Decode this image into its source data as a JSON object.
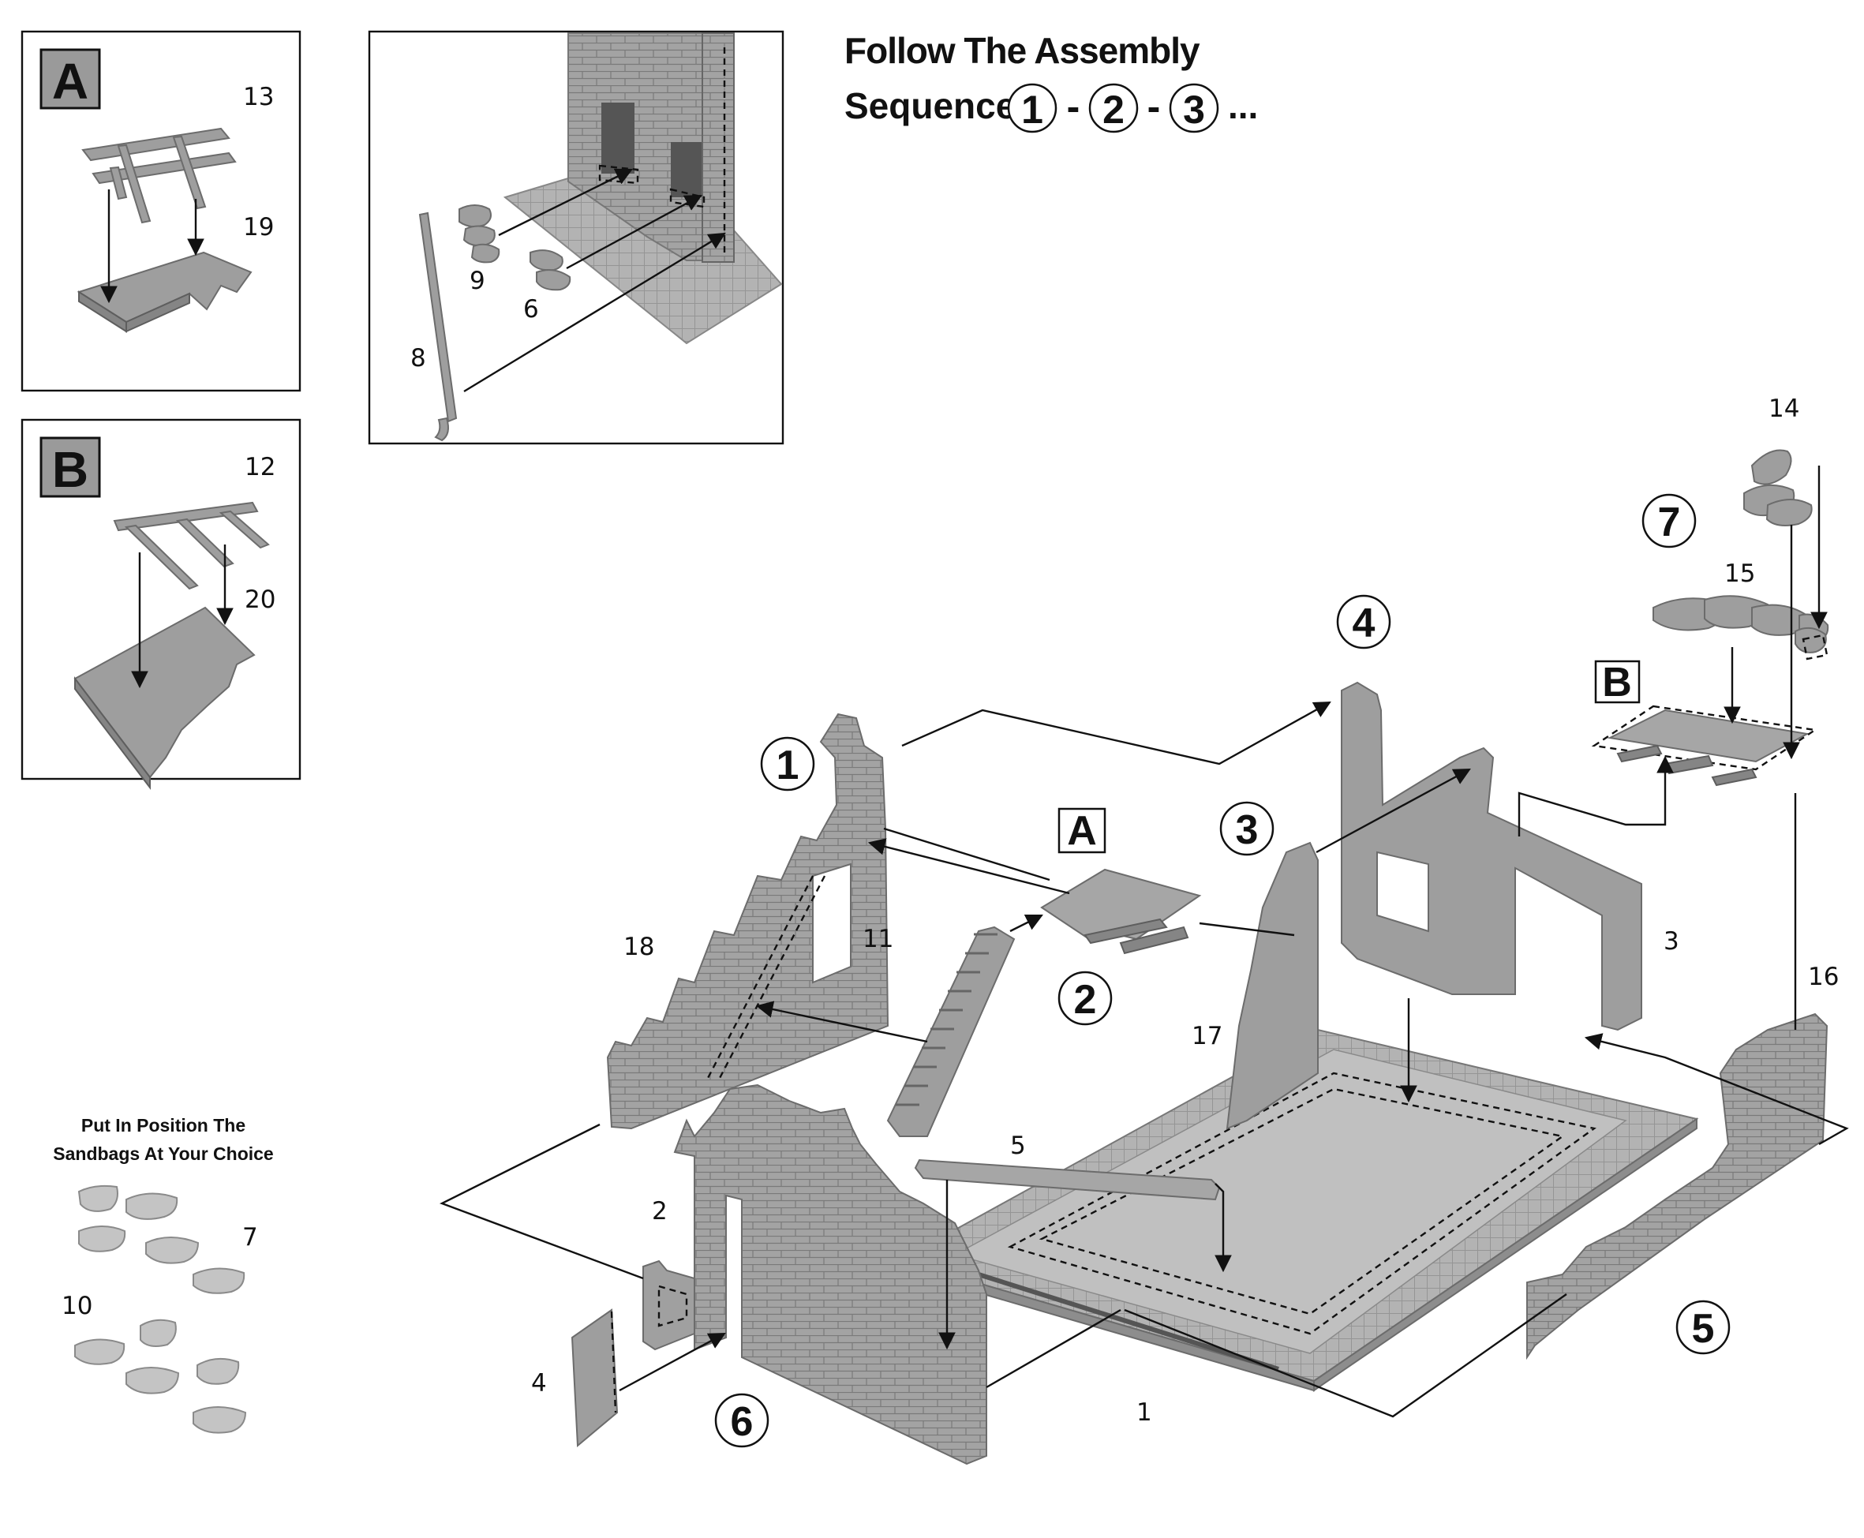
{
  "title": {
    "line1": "Follow The Assembly",
    "line2_prefix": "Sequence :",
    "sequence": [
      "1",
      "2",
      "3"
    ],
    "separator": "-",
    "ellipsis": "..."
  },
  "panels": {
    "a": {
      "letter": "A",
      "parts": [
        "13",
        "19"
      ]
    },
    "b": {
      "letter": "B",
      "parts": [
        "12",
        "20"
      ]
    }
  },
  "detail_parts": [
    "9",
    "6",
    "8"
  ],
  "steps": [
    "1",
    "2",
    "3",
    "4",
    "5",
    "6",
    "7"
  ],
  "sub_assembly_markers": [
    "A",
    "B"
  ],
  "part_numbers": {
    "p1": "1",
    "p2": "2",
    "p3": "3",
    "p4": "4",
    "p5": "5",
    "p7": "7",
    "p10": "10",
    "p11": "11",
    "p14": "14",
    "p15": "15",
    "p16": "16",
    "p17": "17",
    "p18": "18"
  },
  "sandbag_note": {
    "line1": "Put In Position The",
    "line2": "Sandbags At Your Choice"
  },
  "colors": {
    "plastic": "#9e9e9e",
    "line": "#111111",
    "panel_fill": "#9a9a9a"
  }
}
